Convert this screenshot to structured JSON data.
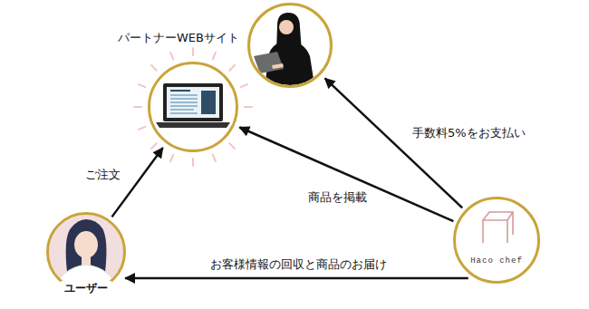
{
  "diagram": {
    "nodes": [
      {
        "text": []
      },
      {
        "text": [
          "パートナーWEBサイト"
        ]
      },
      {
        "text": [
          "ユーザー"
        ]
      },
      {
        "text": [
          "Haco chef"
        ]
      }
    ],
    "edges": [
      {
        "from": 2,
        "to": 1,
        "arrow": "to",
        "label": "ご注文"
      },
      {
        "from": 3,
        "to": 1,
        "arrow": "to",
        "label": "商品を掲載"
      },
      {
        "from": 3,
        "to": 0,
        "arrow": "to",
        "label": "手数料5%をお支払い"
      },
      {
        "from": 3,
        "to": 2,
        "arrow": "to",
        "label": "お客様情報の回収と商品のお届け"
      }
    ]
  }
}
